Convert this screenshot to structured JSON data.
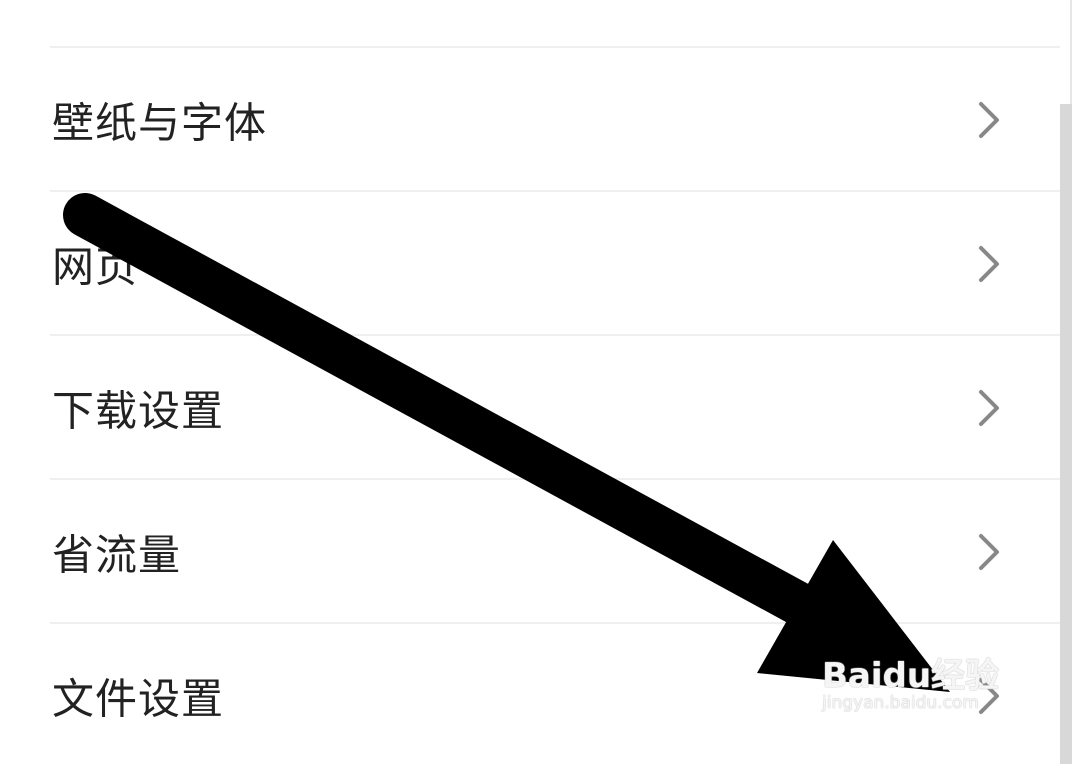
{
  "settings": {
    "items": [
      {
        "label": "壁纸与字体",
        "icon": "chevron-right-icon"
      },
      {
        "label": "网页",
        "icon": "chevron-right-icon"
      },
      {
        "label": "下载设置",
        "icon": "chevron-right-icon"
      },
      {
        "label": "省流量",
        "icon": "chevron-right-icon"
      },
      {
        "label": "文件设置",
        "icon": "chevron-right-icon"
      }
    ]
  },
  "watermark": {
    "brand": "Baidu经验",
    "url": "jingyan.baidu.com"
  },
  "colors": {
    "text": "#222222",
    "chevron": "#888888",
    "divider": "#efefef",
    "annotation_arrow": "#000000"
  }
}
